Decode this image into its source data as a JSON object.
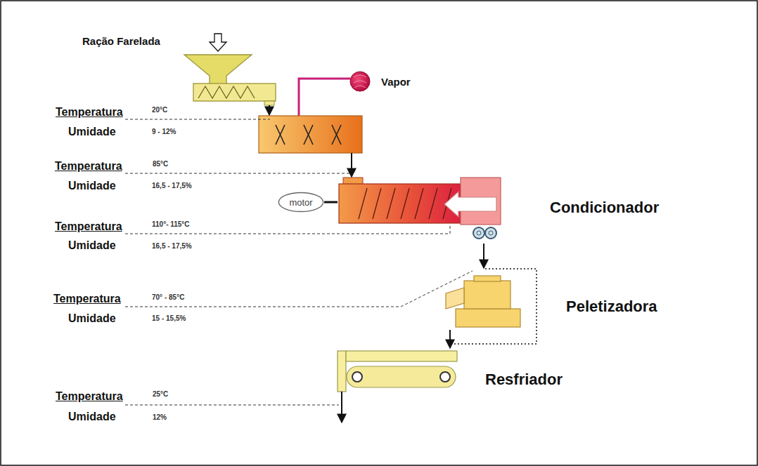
{
  "diagram": {
    "nodes": [
      {
        "text": [
          "motor"
        ]
      },
      {
        "text": [
          "Condicionador"
        ]
      },
      {
        "text": [
          "Peletizadora"
        ]
      },
      {
        "text": [
          "Resfriador"
        ]
      }
    ],
    "edges": [
      {
        "from": 0,
        "to": 1,
        "arrow": "none"
      },
      {
        "from": 1,
        "to": 2,
        "arrow": "to"
      },
      {
        "from": 2,
        "to": 3,
        "arrow": "to"
      }
    ],
    "labels": [
      "Ração Farelada",
      "Temperatura",
      "20°C",
      "Umidade",
      "9 - 12%",
      "Vapor",
      "Temperatura",
      "85°C",
      "Umidade",
      "16,5 - 17,5%",
      "Temperatura",
      "110°- 115°C",
      "Umidade",
      "16,5 - 17,5%",
      "Temperatura",
      "70° - 85°C",
      "Umidade",
      "15 - 15,5%",
      "Temperatura",
      "25°C",
      "Umidade",
      "12%"
    ]
  }
}
